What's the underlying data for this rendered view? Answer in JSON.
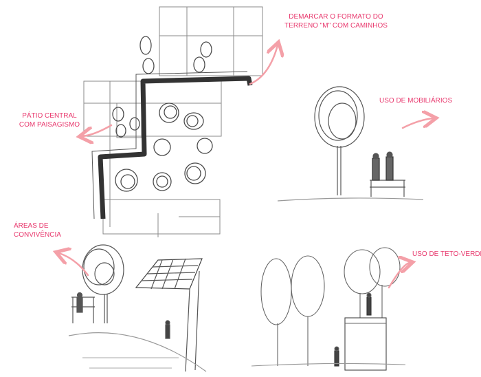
{
  "labels": {
    "demarcar": {
      "line1": "DEMARCAR O FORMATO DO",
      "line2": "TERRENO \"M\" COM CAMINHOS"
    },
    "patio": {
      "line1": "PÁTIO CENTRAL",
      "line2": "COM PAISAGISMO"
    },
    "mobiliarios": {
      "line1": "USO DE MOBILIÁRIOS"
    },
    "convivencia": {
      "line1": "ÁREAS DE",
      "line2": "CONVIVÊNCIA"
    },
    "teto_verde": {
      "line1": "USO DE TETO-VERDE"
    }
  },
  "colors": {
    "label": "#e8386d",
    "arrow": "#f4a0a8",
    "pencil": "#6e6e6e",
    "pencil_dark": "#3c3c3c"
  }
}
